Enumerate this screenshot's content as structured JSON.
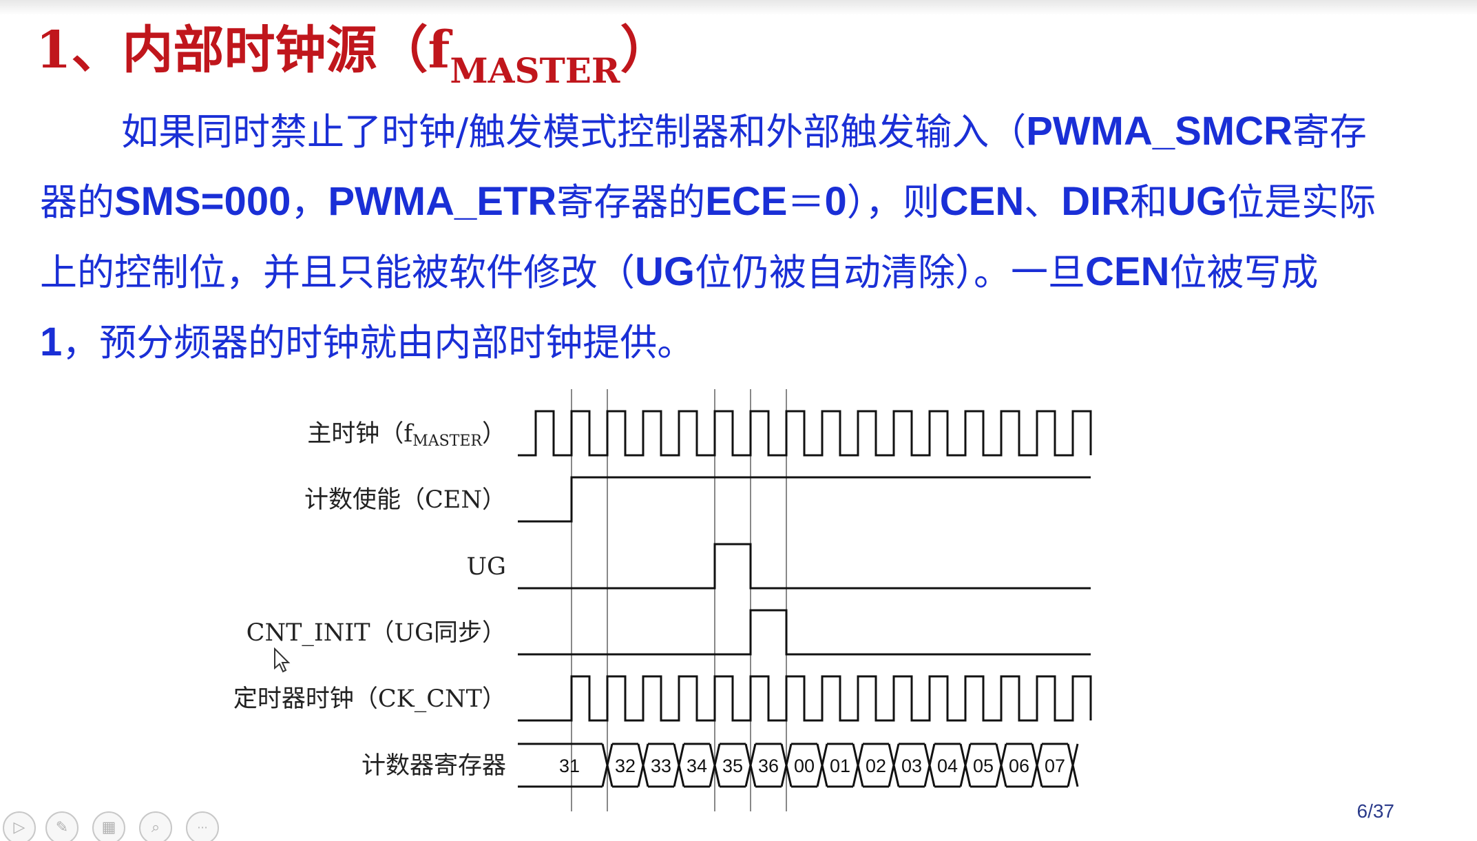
{
  "title": {
    "main": "1、内部时钟源（f",
    "subscript": "MASTER",
    "close": "）"
  },
  "paragraph": [
    [
      {
        "t": "如果同时禁止了时钟/触发模式控制器和外部触发输入（",
        "b": false
      },
      {
        "t": "PWMA_SMCR",
        "b": true
      },
      {
        "t": "寄存",
        "b": false
      }
    ],
    [
      {
        "t": "器的",
        "b": false
      },
      {
        "t": "SMS=000",
        "b": true
      },
      {
        "t": "，",
        "b": false
      },
      {
        "t": "PWMA_ETR",
        "b": true
      },
      {
        "t": "寄存器的",
        "b": false
      },
      {
        "t": "ECE",
        "b": true
      },
      {
        "t": "＝",
        "b": false
      },
      {
        "t": "0",
        "b": true
      },
      {
        "t": "），则",
        "b": false
      },
      {
        "t": "CEN",
        "b": true
      },
      {
        "t": "、",
        "b": false
      },
      {
        "t": "DIR",
        "b": true
      },
      {
        "t": "和",
        "b": false
      },
      {
        "t": "UG",
        "b": true
      },
      {
        "t": "位是实际",
        "b": false
      }
    ],
    [
      {
        "t": "上的控制位，并且只能被软件修改（",
        "b": false
      },
      {
        "t": "UG",
        "b": true
      },
      {
        "t": "位仍被自动清除）。一旦",
        "b": false
      },
      {
        "t": "CEN",
        "b": true
      },
      {
        "t": "位被写成",
        "b": false
      }
    ],
    [
      {
        "t": "1",
        "b": true
      },
      {
        "t": "，预分频器的时钟就由内部时钟提供。",
        "b": false
      }
    ]
  ],
  "timing": {
    "signals": [
      {
        "id": "fmaster",
        "label": "主时钟（f",
        "sub": "MASTER",
        "close": "）"
      },
      {
        "id": "cen",
        "label": "计数使能（CEN）"
      },
      {
        "id": "ug",
        "label": "UG"
      },
      {
        "id": "cnt_init",
        "label": "CNT_INIT（UG同步）"
      },
      {
        "id": "ck_cnt",
        "label": "定时器时钟（CK_CNT）"
      },
      {
        "id": "counter",
        "label": "计数器寄存器"
      }
    ],
    "counter_values": [
      "31",
      "32",
      "33",
      "34",
      "35",
      "36",
      "00",
      "01",
      "02",
      "03",
      "04",
      "05",
      "06",
      "07"
    ],
    "clock_pulses": 16,
    "cen_rise_pulse": 1,
    "ug_pulse_index": 5,
    "cnt_init_pulse_index": 6,
    "ck_cnt_start_pulse": 2,
    "colors": {
      "title": "#c0161c",
      "body_text": "#1a2fd6",
      "waveform": "#111111",
      "guide_line": "#888888"
    }
  },
  "page_number": "6/37",
  "toolbar_icons": [
    "play-icon",
    "pen-icon",
    "slides-icon",
    "zoom-icon",
    "more-icon"
  ],
  "toolbar_glyphs": [
    "▷",
    "✎",
    "▦",
    "⌕",
    "···"
  ]
}
